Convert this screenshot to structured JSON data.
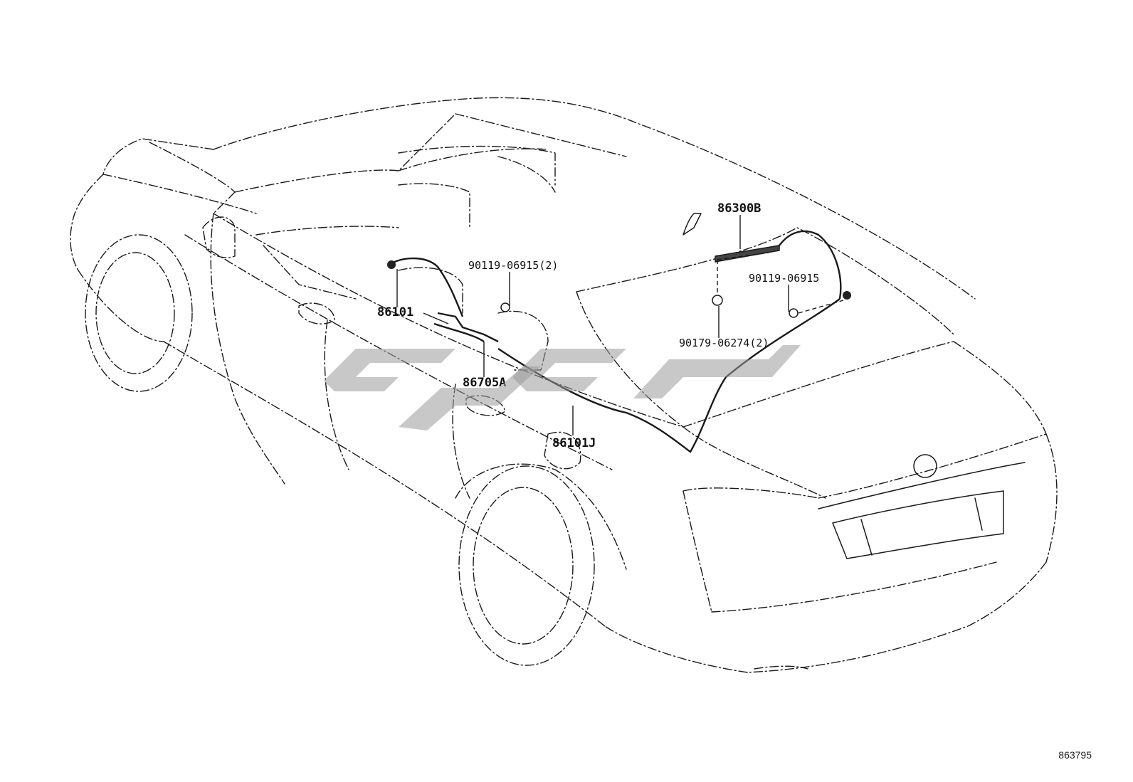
{
  "callouts": {
    "antenna_assy": "86300B",
    "screw_a": "90119-06915(2)",
    "screw_b": "90119-06915",
    "cord_front": "86101",
    "grommet": "90179-06274(2)",
    "cord_sub": "86705A",
    "cord_rear": "86101J"
  },
  "reference_number": "863795",
  "colors": {
    "line": "#1a1a1a",
    "watermark": "#9a9a9a",
    "background": "#ffffff"
  }
}
